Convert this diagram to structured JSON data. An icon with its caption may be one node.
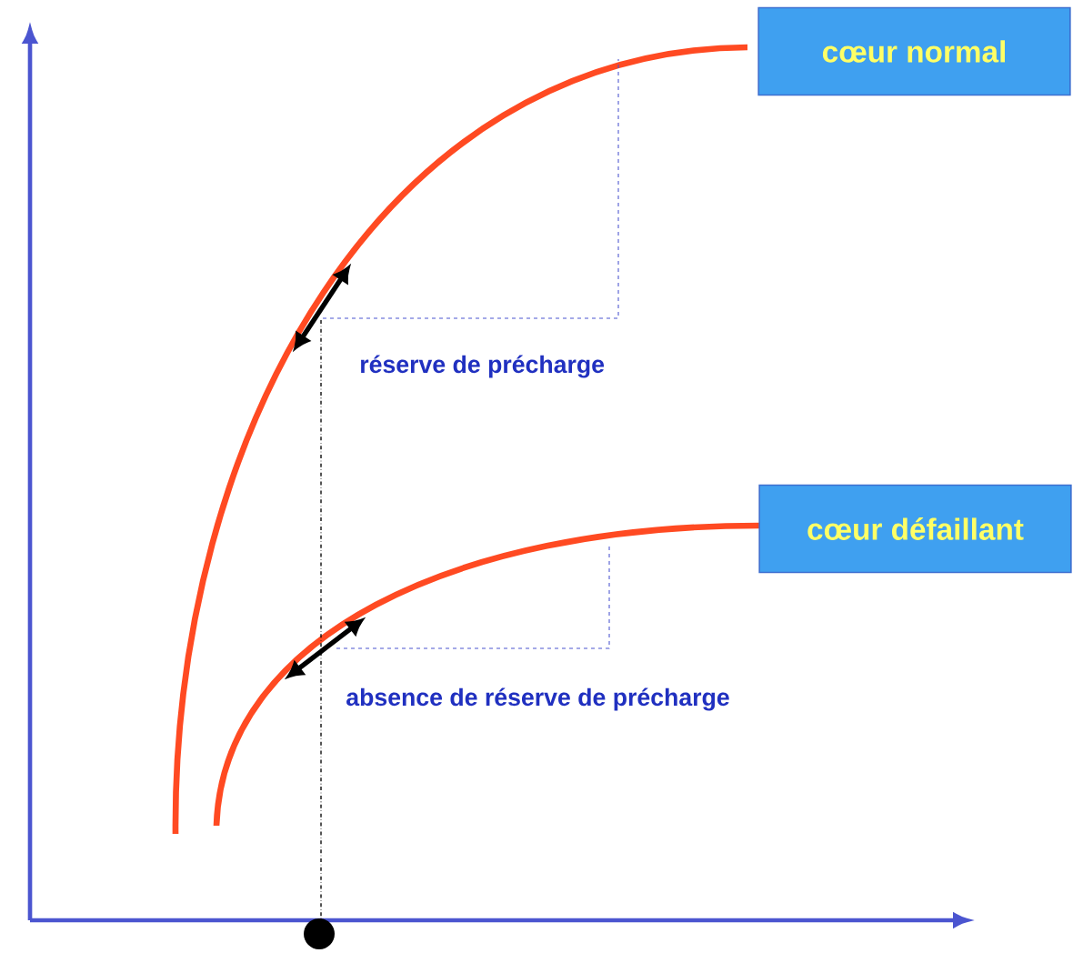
{
  "diagram": {
    "nodes": [
      {
        "text": [
          "cœur normal"
        ]
      },
      {
        "text": [
          "cœur défaillant"
        ]
      }
    ],
    "labels": [
      "réserve de précharge",
      "absence de réserve de précharge"
    ]
  }
}
